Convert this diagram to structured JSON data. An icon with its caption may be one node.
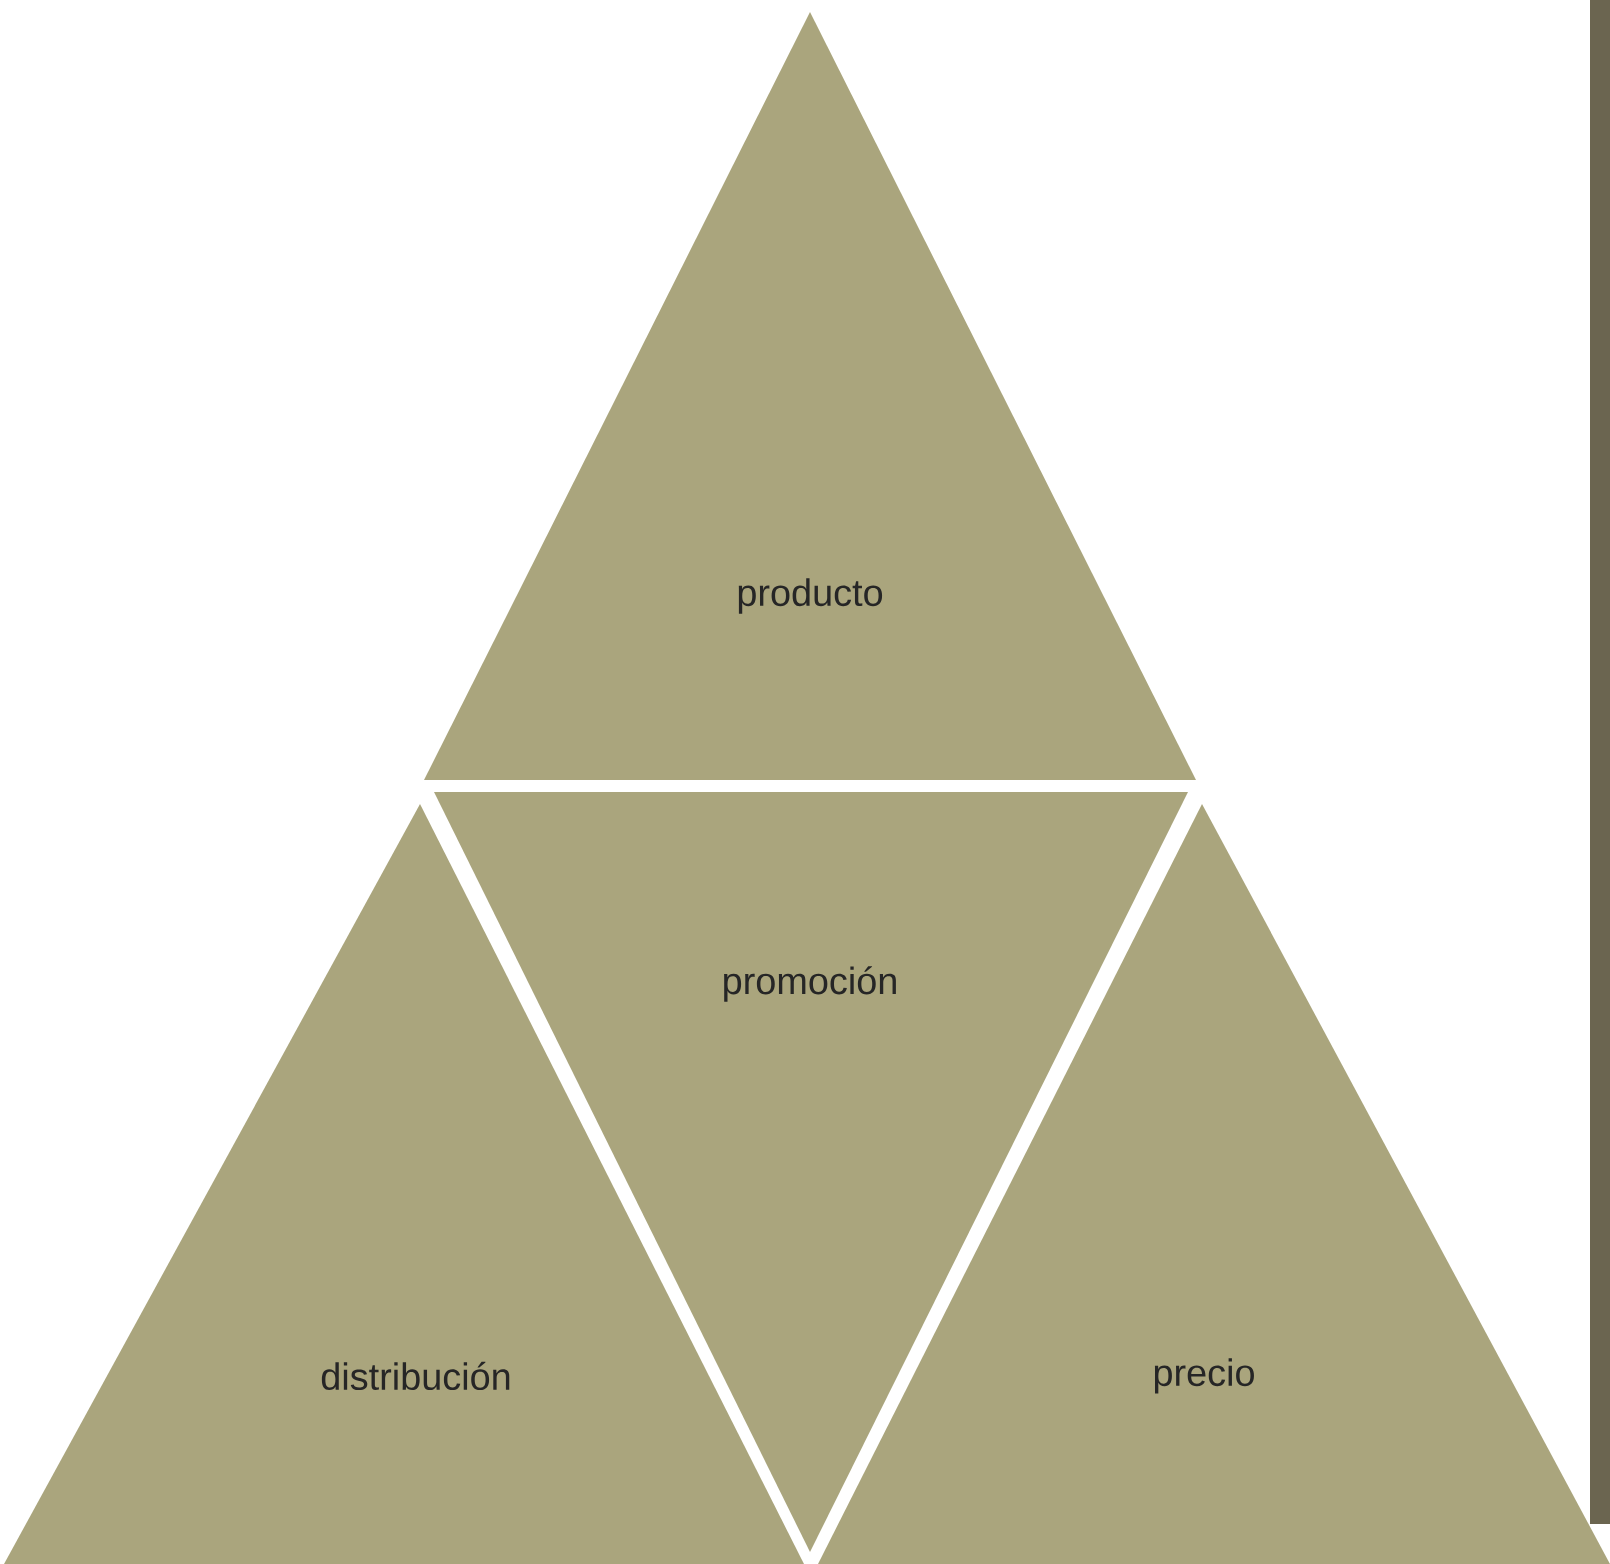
{
  "diagram": {
    "nodes": [
      {
        "text": [
          "producto"
        ]
      },
      {
        "text": [
          "promoción"
        ]
      },
      {
        "text": [
          "distribución"
        ]
      },
      {
        "text": [
          "precio"
        ]
      }
    ]
  }
}
